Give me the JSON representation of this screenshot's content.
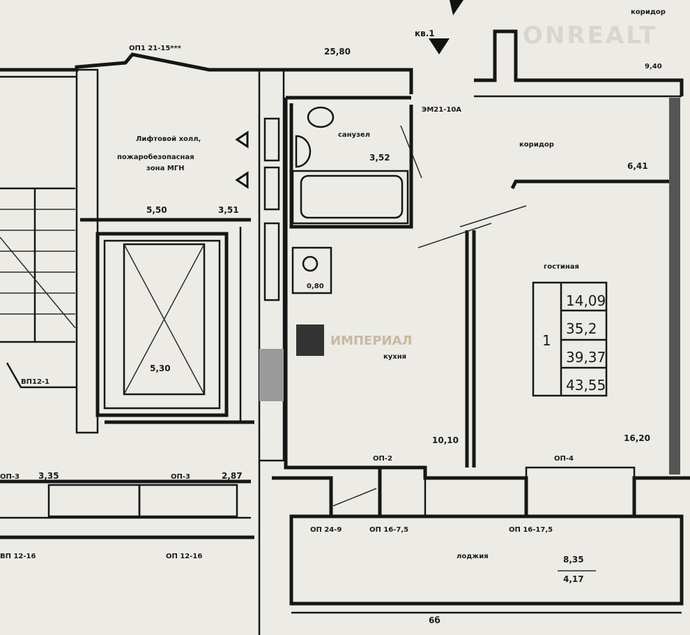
{
  "watermarks": {
    "top": "ONREALT",
    "center": "ИМПЕРИАЛ"
  },
  "labels": {
    "wall_top_left": "ОП1 21-15***",
    "dim_top_mid": "25,80",
    "apt_mark": "кв.1",
    "dim_top_right": "9,40",
    "corridor_outer": "коридор",
    "bath_wall": "ЭМ21-10А",
    "bathroom": "санузел",
    "bathroom_area": "3,52",
    "corridor": "коридор",
    "corridor_area": "6,41",
    "lift_hall_1": "Лифтовой холл,",
    "lift_hall_2": "пожаробезопасная",
    "lift_hall_3": "зона МГН",
    "hall_dim_a": "5,50",
    "hall_dim_b": "3,51",
    "lift_area": "5,30",
    "stair_wall": "ВП12-1",
    "living": "гостиная",
    "kitchen": "кухня",
    "kitchen_area": "10,10",
    "living_area": "16,20",
    "window_2": "ОП-2",
    "window_4": "ОП-4",
    "window_3": "ОП-3",
    "window_3_left": "ОП-3",
    "dim_left_a": "3,35",
    "dim_left_b": "2,87",
    "wall_bl_a": "ВП 12-16",
    "wall_bl_b": "ОП 12-16",
    "balc_a": "ОП 24-9",
    "balc_b": "ОП 16-7,5",
    "balc_c": "ОП 16-17,5",
    "loggia": "лоджия",
    "loggia_area_a": "8,35",
    "loggia_area_b": "4,17",
    "axis_bottom": "6б",
    "sink_area": "0,80"
  },
  "apartment_table": {
    "rooms": "1",
    "values": [
      "14,09",
      "35,2",
      "39,37",
      "43,55"
    ]
  }
}
